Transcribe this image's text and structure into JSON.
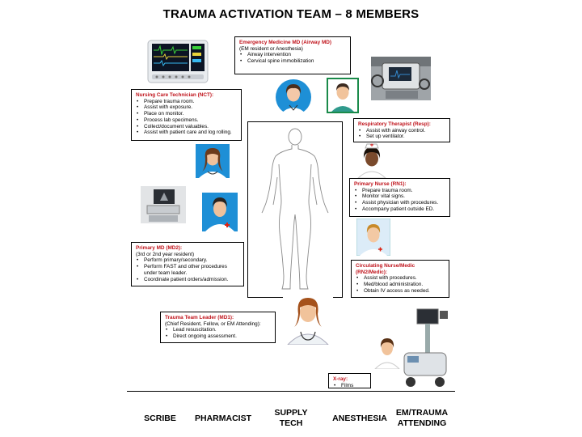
{
  "title": "TRAUMA ACTIVATION TEAM – 8 MEMBERS",
  "boxes": {
    "em_md": {
      "heading": "Emergency Medicine MD",
      "heading_sub": "(Airway MD)",
      "note": "(EM resident or Anesthesia)",
      "items": [
        "Airway intervention",
        "Cervical spine immobilization"
      ]
    },
    "nct": {
      "heading": "Nursing Care Technician",
      "heading_sub": "(NCT):",
      "items": [
        "Prepare trauma room.",
        "Assist with exposure.",
        "Place on monitor.",
        "Process lab specimens.",
        "Collect/document valuables.",
        "Assist with patient care and log rolling."
      ]
    },
    "resp": {
      "heading": "Respiratory Therapist",
      "heading_sub": "(Resp):",
      "items": [
        "Assist with airway control.",
        "Set up ventilator."
      ]
    },
    "rn1": {
      "heading": "Primary Nurse",
      "heading_sub": "(RN1):",
      "items": [
        "Prepare trauma room.",
        "Monitor vital signs.",
        "Assist physician with procedures.",
        "Accompany patient outside ED."
      ]
    },
    "md2": {
      "heading": "Primary MD",
      "heading_sub": "(MD2):",
      "note": "(3rd or 2nd year resident)",
      "items": [
        "Perform primary/secondary.",
        "Perform FAST and other procedures under team leader.",
        "Coordinate patient orders/admission."
      ]
    },
    "rn2": {
      "heading": "Circulating Nurse/Medic",
      "heading2": "(RN2/Medic):",
      "items": [
        "Assist with procedures.",
        "Med/blood administration.",
        "Obtain IV access as needed."
      ]
    },
    "md1": {
      "heading": "Trauma Team Leader",
      "heading_sub": "(MD1):",
      "note": "(Chief Resident, Fellow, or EM Attending):",
      "items": [
        "Lead resuscitation.",
        "Direct ongoing assessment."
      ]
    },
    "xray": {
      "heading": "X-ray:",
      "items": [
        "Films"
      ]
    }
  },
  "bottom_roles": [
    "SCRIBE",
    "PHARMACIST",
    "SUPPLY TECH",
    "ANESTHESIA",
    "EM/TRAUMA ATTENDING"
  ],
  "colors": {
    "heading_red": "#c0141c",
    "icon_blue": "#1e8fd6",
    "frame_green": "#1a8a4a"
  }
}
